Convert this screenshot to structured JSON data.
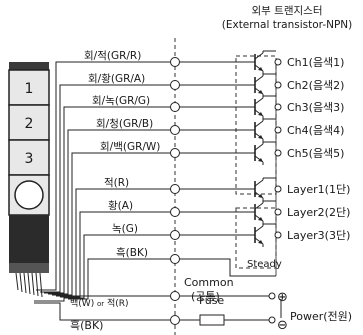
{
  "header": {
    "line1": "외부 트랜지스터",
    "line2": "(External transistor-NPN)"
  },
  "tower": {
    "segments": [
      "1",
      "2",
      "3"
    ]
  },
  "wires": [
    {
      "label": "회/적(GR/R)",
      "output": "Ch1(음색1)"
    },
    {
      "label": "회/황(GR/A)",
      "output": "Ch2(음색2)"
    },
    {
      "label": "회/녹(GR/G)",
      "output": "Ch3(음색3)"
    },
    {
      "label": "회/청(GR/B)",
      "output": "Ch4(음색4)"
    },
    {
      "label": "회/백(GR/W)",
      "output": "Ch5(음색5)"
    },
    {
      "label": "적(R)",
      "output": "Layer1(1단)"
    },
    {
      "label": "황(A)",
      "output": "Layer2(2단)"
    },
    {
      "label": "녹(G)",
      "output": "Layer3(3단)"
    },
    {
      "label": "흑(BK)",
      "output": ""
    }
  ],
  "common": {
    "label": "Common",
    "sublabel": "(공통)"
  },
  "steady": "Steady",
  "power": {
    "wire_label_a": "백(W)",
    "wire_label_or": "or",
    "wire_label_b": "적(R)",
    "ground_label": "흑(BK)",
    "fuse_label": "Fuse",
    "plus_symbol": "⊕",
    "minus_symbol": "⊖",
    "power_label": "Power(전원)"
  },
  "colors": {
    "line": "#222222",
    "tower_dark": "#2b2b2b",
    "dashed": "#333333"
  }
}
